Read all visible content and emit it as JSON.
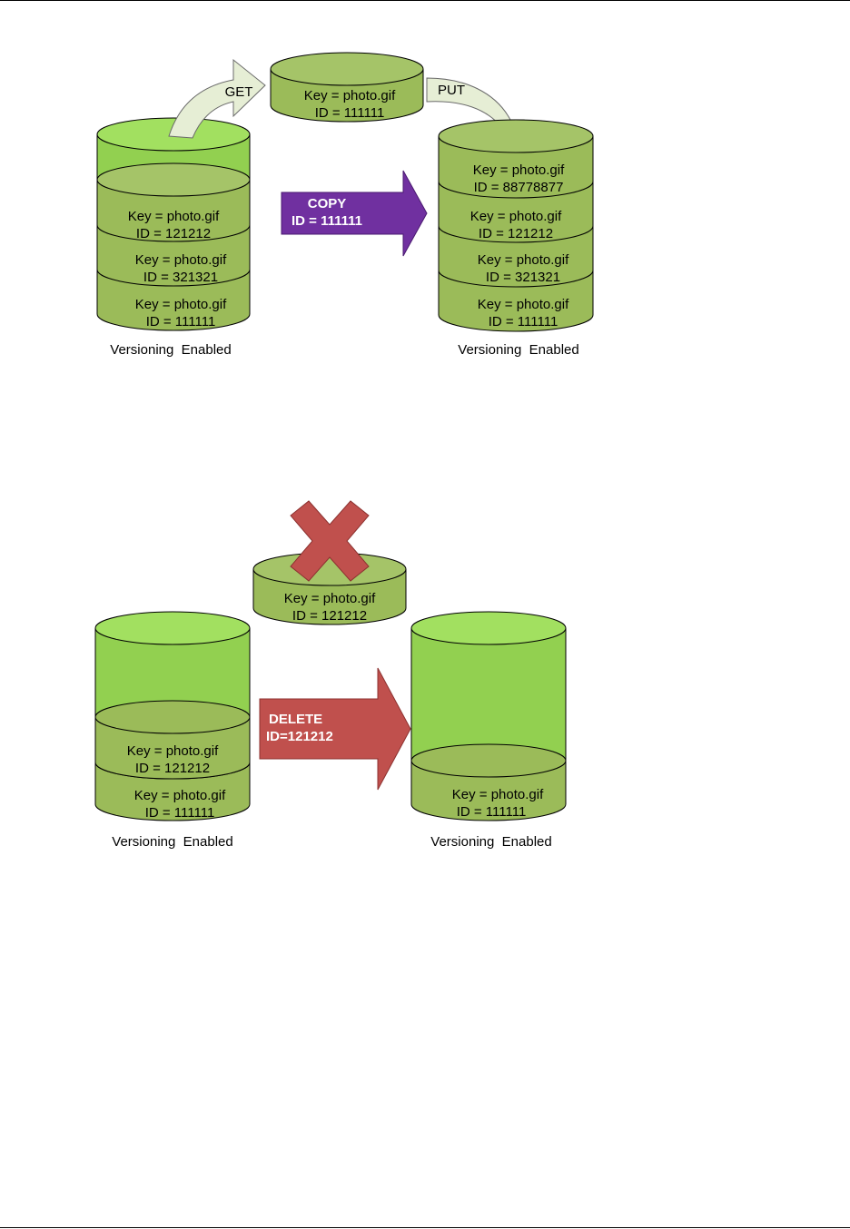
{
  "figure1": {
    "get_label": "GET",
    "put_label": "PUT",
    "copy_line1": "COPY",
    "copy_line2": "ID = 111111",
    "fetched_object": {
      "key": "Key = photo.gif",
      "id": "ID = 111111"
    },
    "source_bucket": {
      "caption": "Versioning  Enabled",
      "objects": [
        {
          "key": "Key = photo.gif",
          "id": "ID = 121212"
        },
        {
          "key": "Key = photo.gif",
          "id": "ID = 321321"
        },
        {
          "key": "Key = photo.gif",
          "id": "ID = 111111"
        }
      ]
    },
    "target_bucket": {
      "caption": "Versioning  Enabled",
      "objects": [
        {
          "key": "Key = photo.gif",
          "id": "ID = 88778877"
        },
        {
          "key": "Key = photo.gif",
          "id": "ID = 121212"
        },
        {
          "key": "Key = photo.gif",
          "id": "ID = 321321"
        },
        {
          "key": "Key = photo.gif",
          "id": "ID = 111111"
        }
      ]
    }
  },
  "figure2": {
    "delete_line1": "DELETE",
    "delete_line2": "ID=121212",
    "deleted_object": {
      "key": "Key = photo.gif",
      "id": "ID = 121212"
    },
    "source_bucket": {
      "caption": "Versioning  Enabled",
      "objects": [
        {
          "key": "Key = photo.gif",
          "id": "ID = 121212"
        },
        {
          "key": "Key = photo.gif",
          "id": "ID = 111111"
        }
      ]
    },
    "target_bucket": {
      "caption": "Versioning  Enabled",
      "objects": [
        {
          "key": "Key = photo.gif",
          "id": "ID = 111111"
        }
      ]
    }
  },
  "colors": {
    "object_fill": "#9bbb59",
    "object_top": "#a5c468",
    "bucket_empty": "#92d050",
    "bucket_empty_top": "#a2e060",
    "outline": "#000000",
    "get_put_arrow": "#e6eed5",
    "copy_arrow": "#7030a0",
    "delete_arrow": "#c0504d",
    "x_mark": "#c0504d"
  }
}
